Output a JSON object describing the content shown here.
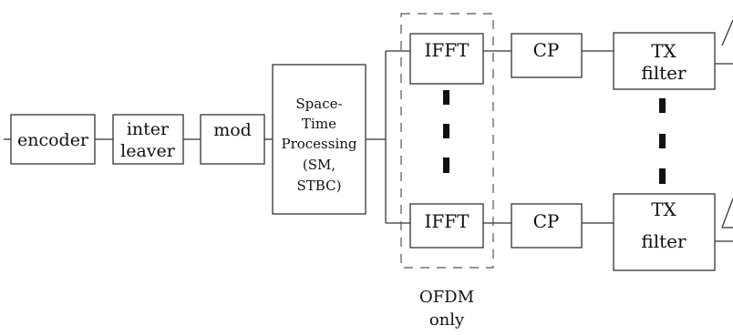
{
  "blocks": {
    "encoder": "encoder",
    "interleaver": [
      "inter",
      "leaver"
    ],
    "mod": "mod",
    "space_time": [
      "Space-",
      "Time",
      "Processing",
      "(SM,",
      "STBC)"
    ],
    "ifft_top": "IFFT",
    "ifft_bottom": "IFFT",
    "cp_top": "CP",
    "cp_bottom": "CP",
    "tx_top": [
      "TX",
      "filter"
    ],
    "tx_bottom": [
      "TX",
      "filter"
    ]
  },
  "region_label": [
    "OFDM",
    "only"
  ]
}
